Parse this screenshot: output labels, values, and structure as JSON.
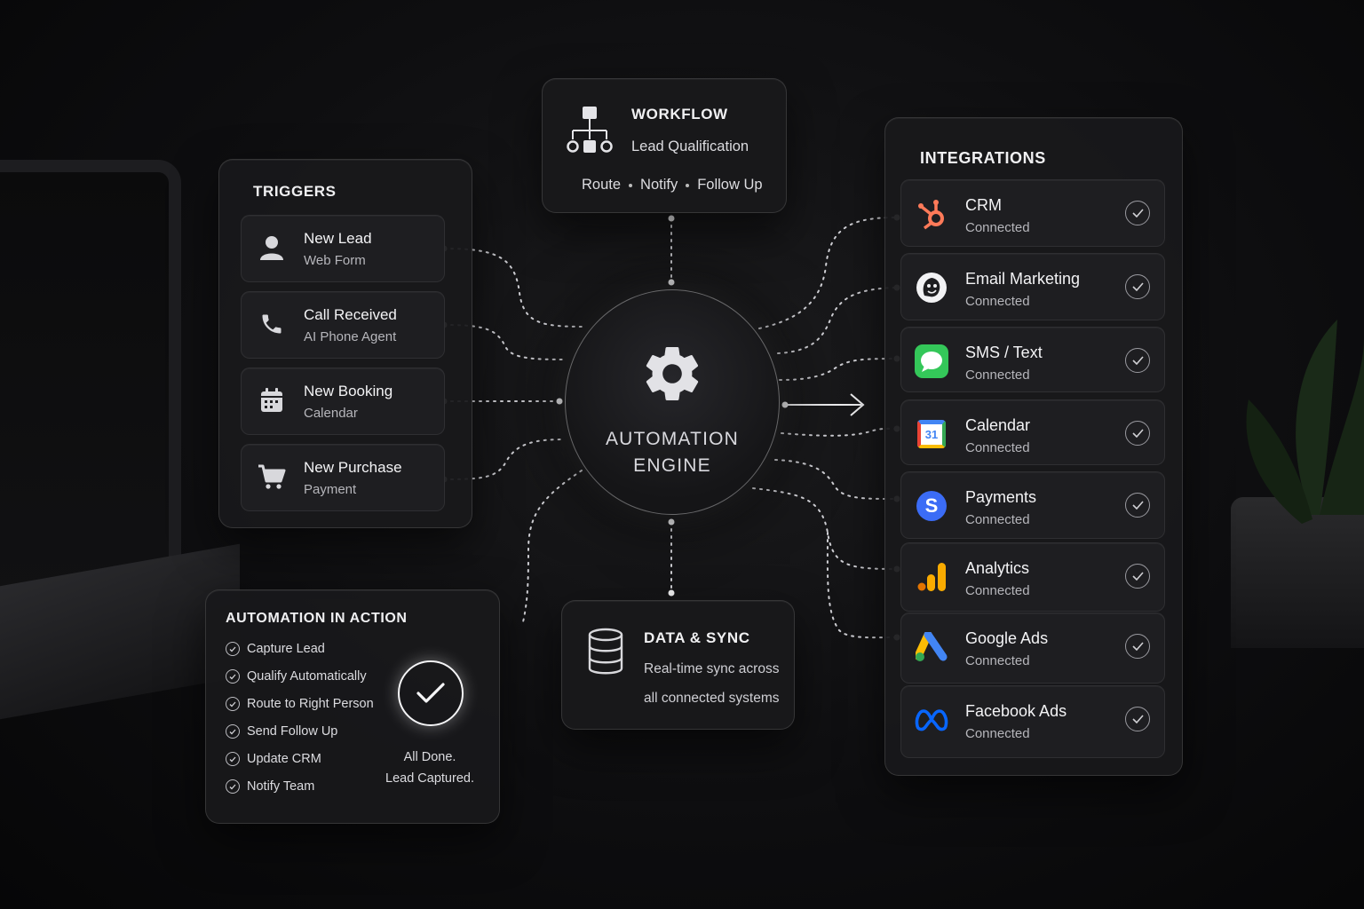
{
  "triggers": {
    "title": "TRIGGERS",
    "items": [
      {
        "label": "New Lead",
        "sub": "Web Form",
        "icon": "user-icon"
      },
      {
        "label": "Call Received",
        "sub": "AI Phone Agent",
        "icon": "phone-icon"
      },
      {
        "label": "New Booking",
        "sub": "Calendar",
        "icon": "calendar-icon"
      },
      {
        "label": "New Purchase",
        "sub": "Payment",
        "icon": "cart-icon"
      }
    ]
  },
  "workflow": {
    "title": "WORKFLOW",
    "subtitle": "Lead Qualification",
    "steps": [
      "Route",
      "Notify",
      "Follow Up"
    ],
    "icon": "hierarchy-icon"
  },
  "engine": {
    "line1": "AUTOMATION",
    "line2": "ENGINE",
    "icon": "gear-icon"
  },
  "data_sync": {
    "title": "DATA & SYNC",
    "line1": "Real-time sync across",
    "line2": "all connected systems",
    "icon": "database-icon"
  },
  "automation_in_action": {
    "title": "AUTOMATION IN ACTION",
    "steps": [
      "Capture Lead",
      "Qualify Automatically",
      "Route to Right Person",
      "Send Follow Up",
      "Update CRM",
      "Notify Team"
    ],
    "done_line1": "All Done.",
    "done_line2": "Lead Captured."
  },
  "integrations": {
    "title": "INTEGRATIONS",
    "items": [
      {
        "name": "CRM",
        "status": "Connected",
        "icon": "hubspot-icon"
      },
      {
        "name": "Email Marketing",
        "status": "Connected",
        "icon": "mailchimp-icon"
      },
      {
        "name": "SMS / Text",
        "status": "Connected",
        "icon": "chat-bubble-icon"
      },
      {
        "name": "Calendar",
        "status": "Connected",
        "icon": "google-calendar-icon",
        "icon_text": "31"
      },
      {
        "name": "Payments",
        "status": "Connected",
        "icon": "stripe-icon",
        "icon_text": "S"
      },
      {
        "name": "Analytics",
        "status": "Connected",
        "icon": "analytics-bars-icon"
      },
      {
        "name": "Google Ads",
        "status": "Connected",
        "icon": "google-ads-icon"
      },
      {
        "name": "Facebook Ads",
        "status": "Connected",
        "icon": "meta-icon"
      }
    ]
  },
  "colors": {
    "hubspot": "#ff7a59",
    "sms": "#34c759",
    "calendar_blue": "#4285f4",
    "stripe": "#635bff",
    "analytics": "#f9ab00",
    "ads_blue": "#4285f4",
    "ads_yellow": "#fbbc04",
    "meta": "#0866ff"
  }
}
